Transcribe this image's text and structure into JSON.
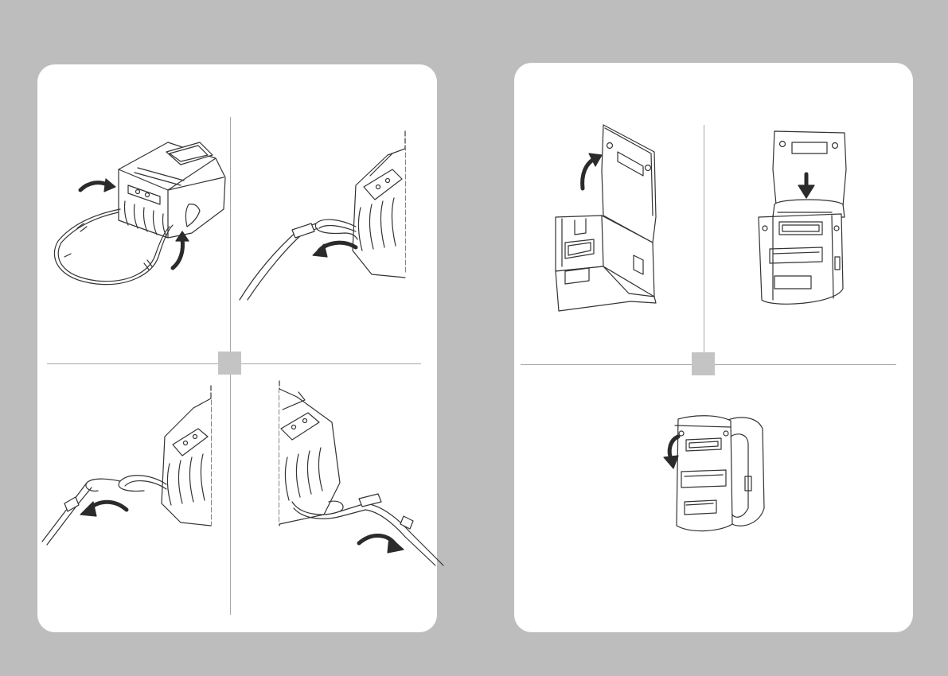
{
  "document": {
    "type": "two-page instruction spread",
    "left_page": {
      "panels": [
        {
          "id": "strap-attach-overview",
          "icon": "printer-with-strap-illustration"
        },
        {
          "id": "strap-loop-step",
          "icon": "strap-loop-illustration"
        },
        {
          "id": "strap-left-tighten",
          "icon": "strap-left-illustration"
        },
        {
          "id": "strap-right-tighten",
          "icon": "strap-right-illustration"
        }
      ]
    },
    "right_page": {
      "panels": [
        {
          "id": "case-open-flap",
          "icon": "open-case-illustration"
        },
        {
          "id": "case-insert-printer",
          "icon": "insert-printer-illustration"
        },
        {
          "id": "case-closed",
          "icon": "closed-case-illustration"
        }
      ]
    },
    "colors": {
      "background": "#bdbdbd",
      "page": "#ffffff",
      "rule": "#a8a8a8",
      "marker": "#c4c4c4",
      "line_art": "#333333",
      "arrow": "#2b2b2b"
    }
  }
}
